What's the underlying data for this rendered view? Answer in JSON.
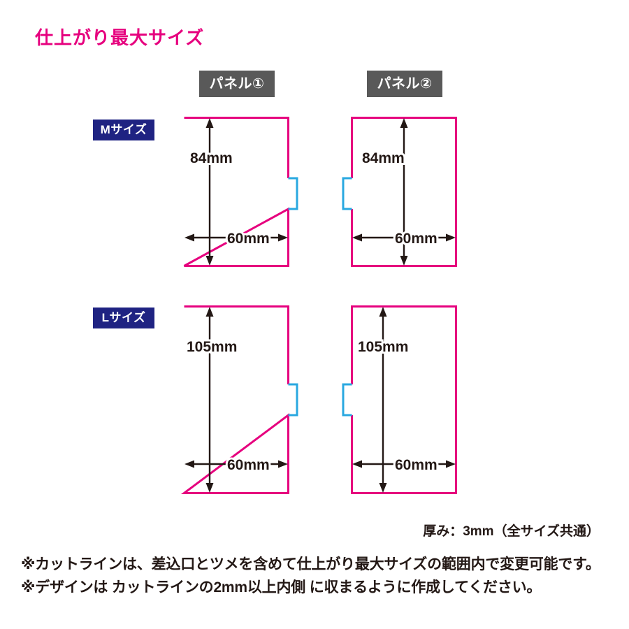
{
  "title": "仕上がり最大サイズ",
  "colors": {
    "title_pink": "#e6007e",
    "cut_line_pink": "#e6007e",
    "tab_blue": "#29a8e0",
    "panel_chip_gray": "#595959",
    "size_chip_navy": "#1f2382",
    "text_black": "#231815"
  },
  "panels": [
    {
      "id": "panel-1",
      "label": "パネル①"
    },
    {
      "id": "panel-2",
      "label": "パネル②"
    }
  ],
  "sizes": [
    {
      "id": "size-m",
      "label": "Mサイズ"
    },
    {
      "id": "size-l",
      "label": "Lサイズ"
    }
  ],
  "diagrams": [
    {
      "id": "m-panel-1",
      "size_label": "Mサイズ",
      "panel_label": "パネル①",
      "height_label": "84mm",
      "width_label": "60mm",
      "tab_side": "right"
    },
    {
      "id": "m-panel-2",
      "size_label": "Mサイズ",
      "panel_label": "パネル②",
      "height_label": "84mm",
      "width_label": "60mm",
      "tab_side": "left"
    },
    {
      "id": "l-panel-1",
      "size_label": "Lサイズ",
      "panel_label": "パネル①",
      "height_label": "105mm",
      "width_label": "60mm",
      "tab_side": "right"
    },
    {
      "id": "l-panel-2",
      "size_label": "Lサイズ",
      "panel_label": "パネル②",
      "height_label": "105mm",
      "width_label": "60mm",
      "tab_side": "left"
    }
  ],
  "thickness_note": "厚み：3mm（全サイズ共通）",
  "notes": [
    "※カットラインは、差込口とツメを含めて仕上がり最大サイズの範囲内で変更可能です。",
    "※デザインは カットラインの2mm以上内側 に収まるように作成してください。"
  ]
}
